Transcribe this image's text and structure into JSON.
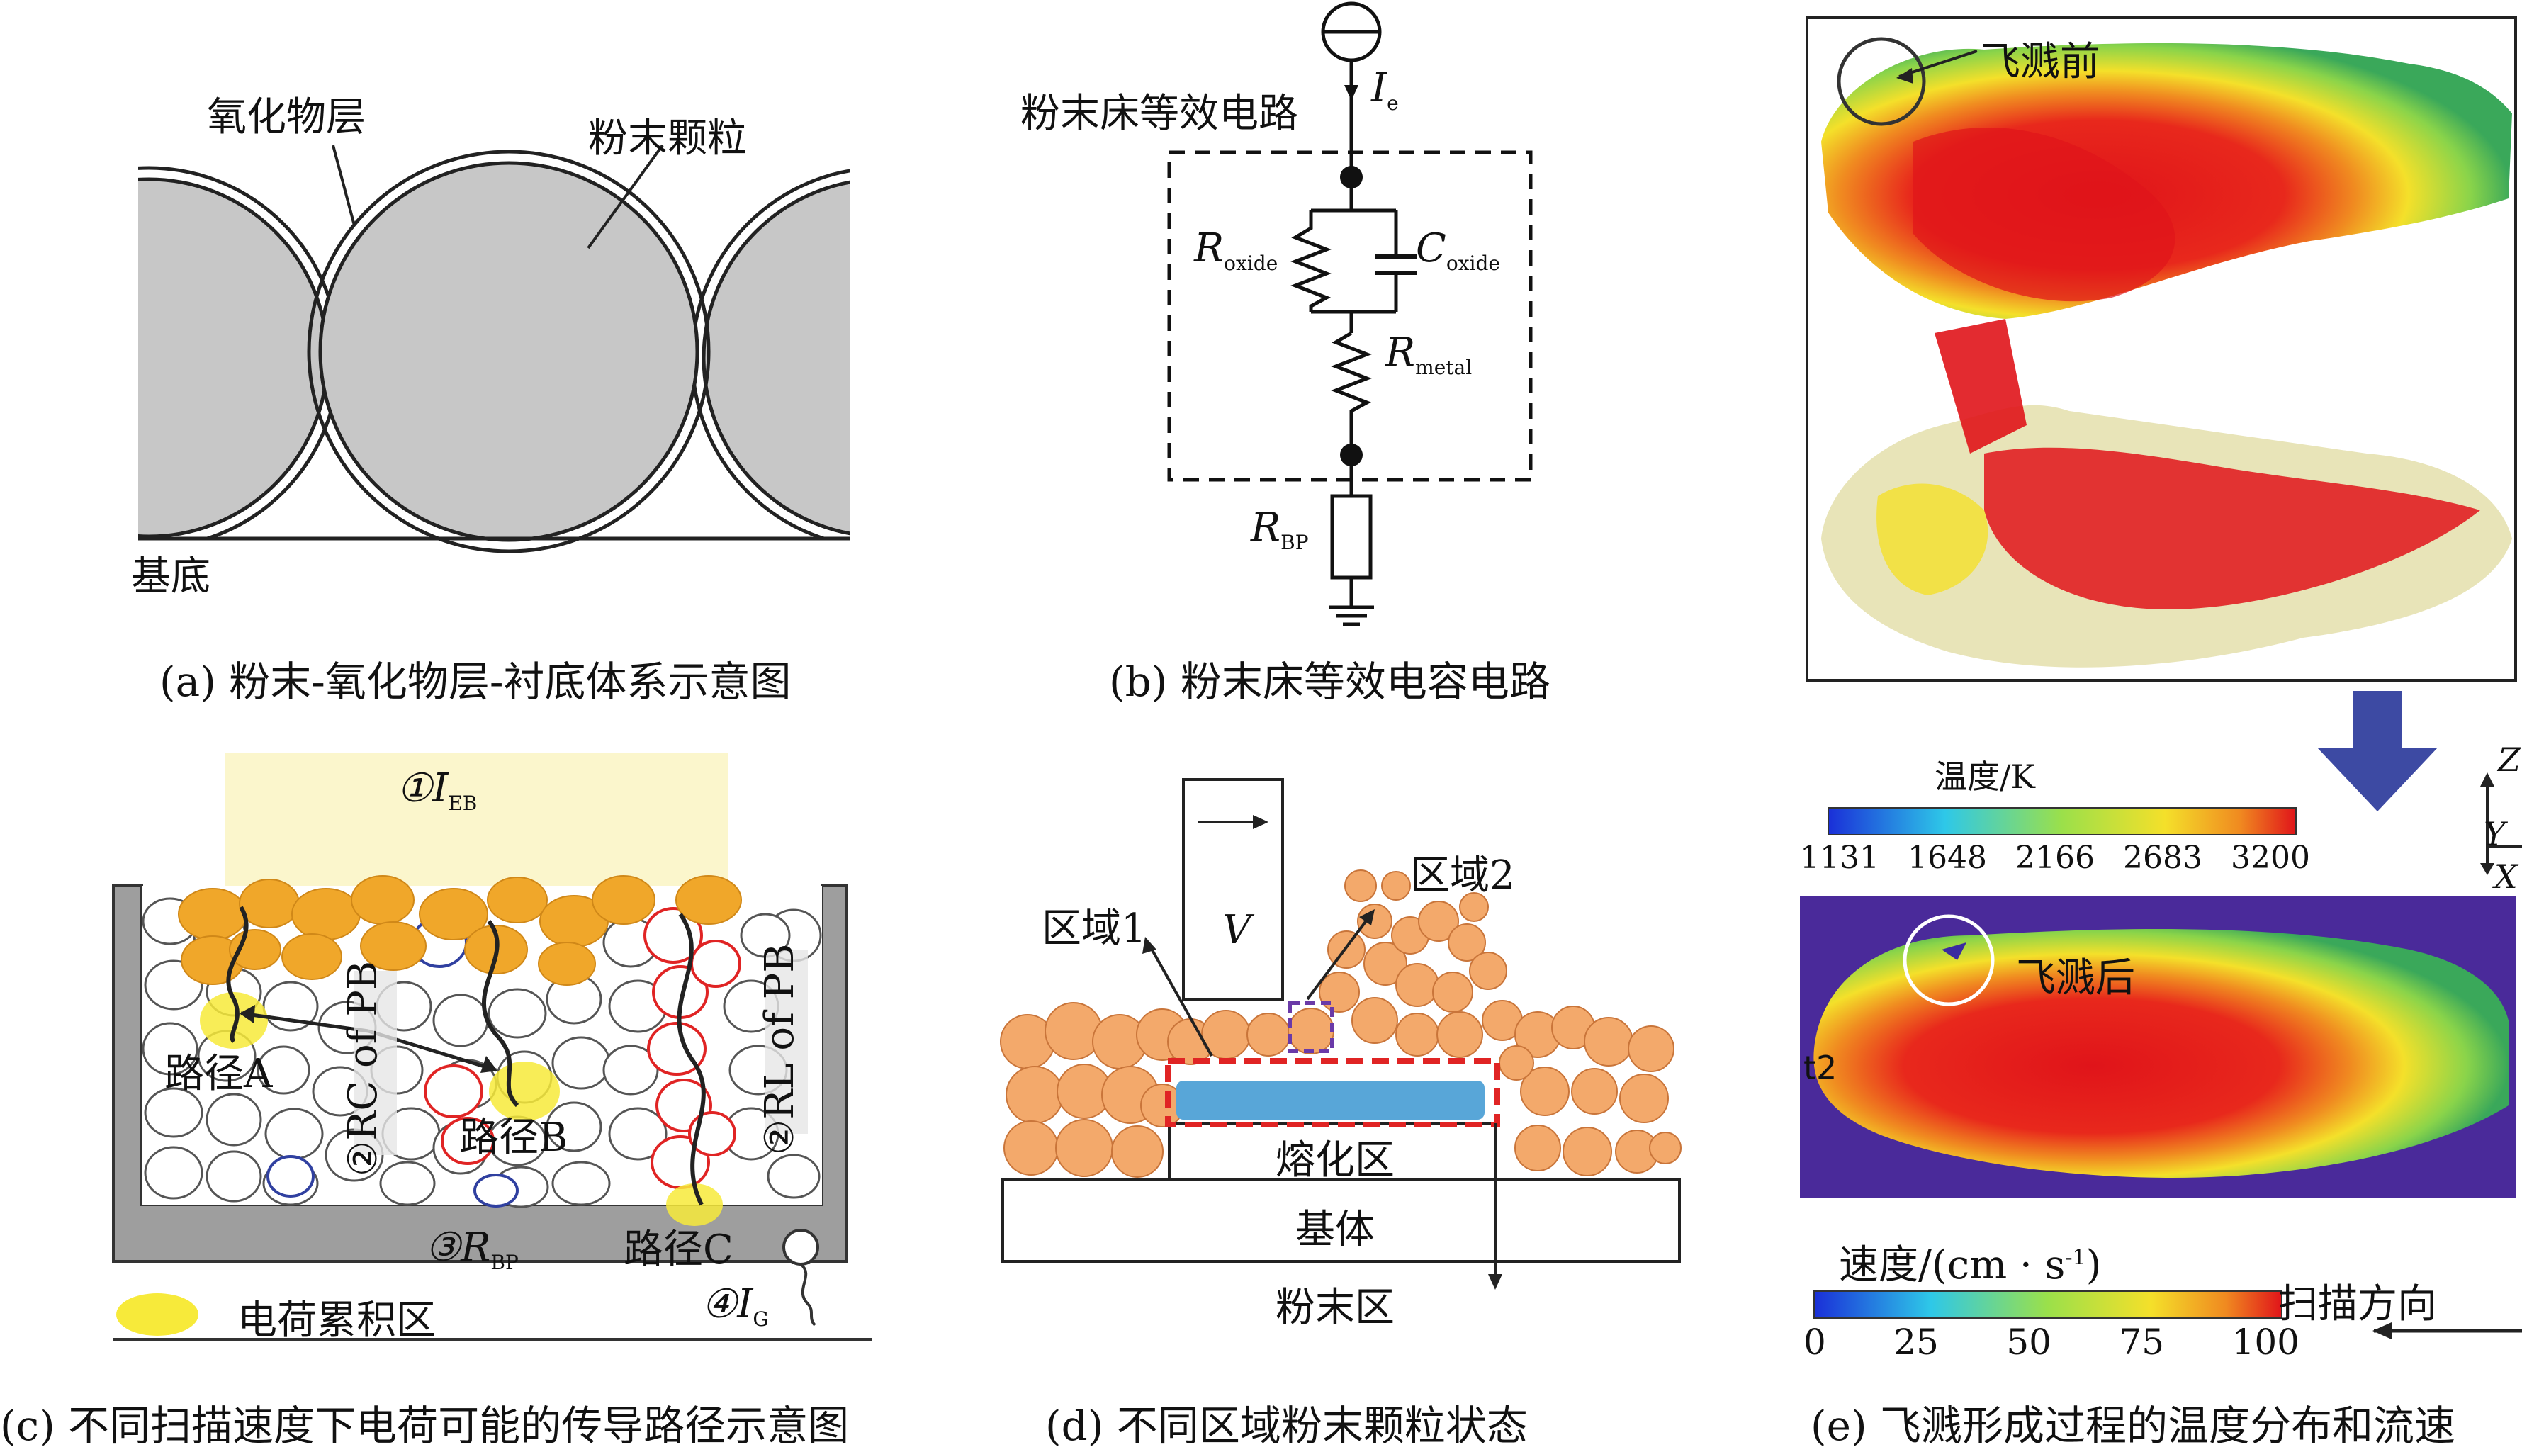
{
  "panel_a": {
    "label_oxide": "氧化物层",
    "label_particle": "粉末颗粒",
    "label_substrate": "基底",
    "caption": "(a) 粉末-氧化物层-衬底体系示意图"
  },
  "panel_b": {
    "title": "粉末床等效电路",
    "current": "I",
    "current_sub": "e",
    "r_oxide": "R",
    "r_oxide_sub": "oxide",
    "c_oxide": "C",
    "c_oxide_sub": "oxide",
    "r_metal": "R",
    "r_metal_sub": "metal",
    "r_bp": "R",
    "r_bp_sub": "BP",
    "caption": "(b) 粉末床等效电容电路"
  },
  "panel_c": {
    "beam": "①I",
    "beam_sub": "EB",
    "rc": "②RC of PB",
    "rl": "②RL of PB",
    "path_a": "路径A",
    "path_b": "路径B",
    "path_c": "路径C",
    "rbp": "③R",
    "rbp_sub": "BP",
    "ig": "④I",
    "ig_sub": "G",
    "legend": "电荷累积区",
    "caption": "(c) 不同扫描速度下电荷可能的传导路径示意图"
  },
  "panel_d": {
    "region1": "区域1",
    "region2": "区域2",
    "velocity": "V",
    "melt": "熔化区",
    "base": "基体",
    "powder": "粉末区",
    "caption": "(d) 不同区域粉末颗粒状态"
  },
  "panel_e": {
    "before": "飞溅前",
    "after": "飞溅后",
    "t2": "t2",
    "temp_title": "温度/K",
    "temp_ticks": [
      "1131",
      "1648",
      "2166",
      "2683",
      "3200"
    ],
    "axis_z": "Z",
    "axis_y": "Y",
    "axis_x": "X",
    "vel_title": "速度/(cm · s",
    "vel_sup": "-1",
    "vel_close": ")",
    "vel_ticks": [
      "0",
      "25",
      "50",
      "75",
      "100"
    ],
    "scan_dir": "扫描方向",
    "caption": "(e) 飞溅形成过程的温度分布和流速"
  },
  "colors": {
    "particle_gray": "#c7c7c7",
    "powder_orange": "#f3a96b",
    "accumulation_orange": "#f0a72a",
    "charge_yellow": "#f7ea3a",
    "beam_yellow": "#fbf6cc",
    "melt_blue": "#58a6d8",
    "dash_red": "#e02424",
    "dash_purple": "#6a3aa8",
    "arrow_blue": "#3d4aa3",
    "sim_purple": "#4a2a9a"
  }
}
